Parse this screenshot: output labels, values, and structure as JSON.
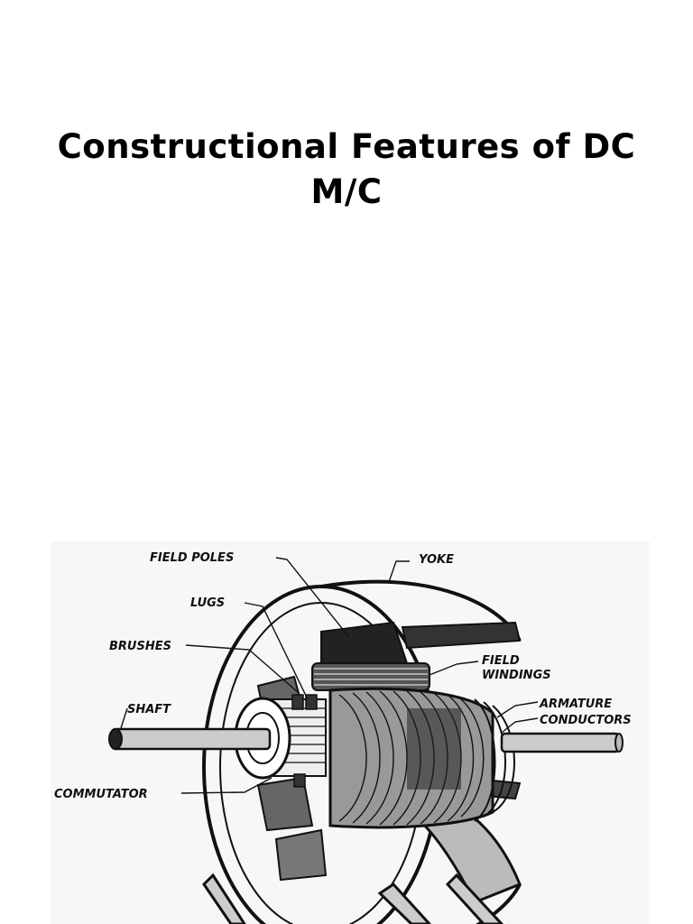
{
  "slide": {
    "title": "Constructional Features of DC M/C"
  },
  "diagram": {
    "labels": {
      "field_poles": "FIELD POLES",
      "yoke": "YOKE",
      "lugs": "LUGS",
      "brushes": "BRUSHES",
      "field_windings_line1": "FIELD",
      "field_windings_line2": "WINDINGS",
      "armature_line1": "ARMATURE",
      "armature_line2": "CONDUCTORS",
      "shaft": "SHAFT",
      "commutator": "COMMUTATOR"
    }
  }
}
